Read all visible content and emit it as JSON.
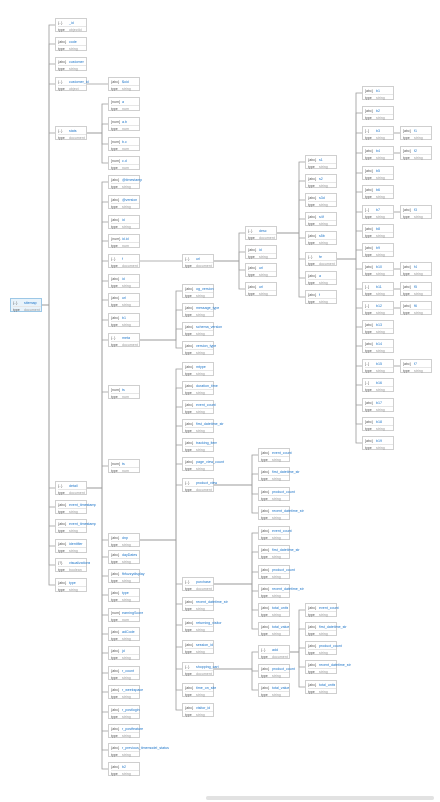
{
  "diagram": {
    "kind": "json-schema-tree",
    "colors": {
      "edge": "#9a9a9a",
      "name": "#1a73c8",
      "root_fill": "#e8f3fb"
    },
    "nodes": [
      {
        "id": "root",
        "k": "{..}",
        "n": "sitemap",
        "t": "document"
      },
      {
        "id": "a1",
        "k": "{..}",
        "n": "_id",
        "t": "objectId"
      },
      {
        "id": "a2",
        "k": "{abc}",
        "n": "code",
        "t": "string"
      },
      {
        "id": "a3",
        "k": "{abc}",
        "n": "customer",
        "t": "string"
      },
      {
        "id": "a4",
        "k": "{..}",
        "n": "customer_id",
        "t": "object"
      },
      {
        "id": "a4c",
        "k": "{abc}",
        "n": "$oid",
        "t": "string"
      },
      {
        "id": "a5",
        "k": "{..}",
        "n": "stats",
        "t": "document"
      },
      {
        "id": "a5a",
        "k": "[num]",
        "n": "a",
        "t": "num"
      },
      {
        "id": "a5b",
        "k": "[num]",
        "n": "a.b",
        "t": "num"
      },
      {
        "id": "a5c",
        "k": "[num]",
        "n": "b.c",
        "t": "num"
      },
      {
        "id": "a5d",
        "k": "[num]",
        "n": "c.d",
        "t": "num"
      },
      {
        "id": "s1",
        "k": "{abc}",
        "n": "@timestamp",
        "t": "string"
      },
      {
        "id": "s2",
        "k": "{abc}",
        "n": "@version",
        "t": "string"
      },
      {
        "id": "s3",
        "k": "{abc}",
        "n": "id",
        "t": "string"
      },
      {
        "id": "s4",
        "k": "{num}",
        "n": "id.id",
        "t": "num"
      },
      {
        "id": "s5",
        "k": "{..}",
        "n": "f",
        "t": "document"
      },
      {
        "id": "s5a",
        "k": "{..}",
        "n": "url",
        "t": "document"
      },
      {
        "id": "s5b",
        "k": "{..}",
        "n": "desc",
        "t": "document"
      },
      {
        "id": "s5b1",
        "k": "{abc}",
        "n": "id",
        "t": "string"
      },
      {
        "id": "s5b2",
        "k": "{abc}",
        "n": "url",
        "t": "string"
      },
      {
        "id": "s5b3",
        "k": "{abc}",
        "n": "url",
        "t": "string"
      },
      {
        "id": "s5c",
        "k": "{abc}",
        "n": "id",
        "t": "string"
      },
      {
        "id": "s5d",
        "k": "{abc}",
        "n": "url",
        "t": "string"
      },
      {
        "id": "d1",
        "k": "{abc}",
        "n": "s1",
        "t": "string"
      },
      {
        "id": "d2",
        "k": "{abc}",
        "n": "s2",
        "t": "string"
      },
      {
        "id": "d3",
        "k": "{abc}",
        "n": "s3d",
        "t": "string"
      },
      {
        "id": "d4",
        "k": "{abc}",
        "n": "s4f",
        "t": "string"
      },
      {
        "id": "d5",
        "k": "{abc}",
        "n": "s5b",
        "t": "string"
      },
      {
        "id": "d6",
        "k": "{..}",
        "n": "fe",
        "t": "document"
      },
      {
        "id": "d7",
        "k": "{abc}",
        "n": "a",
        "t": "string"
      },
      {
        "id": "d8",
        "k": "{abc}",
        "n": "f",
        "t": "string"
      },
      {
        "id": "e1",
        "k": "[abc]",
        "n": "b1",
        "t": "string"
      },
      {
        "id": "e2",
        "k": "[abc]",
        "n": "b2",
        "t": "string"
      },
      {
        "id": "e3",
        "k": "[..]",
        "n": "b3",
        "t": "string"
      },
      {
        "id": "e4",
        "k": "[abc]",
        "n": "b4",
        "t": "string"
      },
      {
        "id": "e5",
        "k": "[abc]",
        "n": "b5",
        "t": "string"
      },
      {
        "id": "e6",
        "k": "[abc]",
        "n": "b6",
        "t": "string"
      },
      {
        "id": "e7",
        "k": "[..]",
        "n": "b7",
        "t": "string"
      },
      {
        "id": "e8",
        "k": "[abc]",
        "n": "b8",
        "t": "string"
      },
      {
        "id": "e9",
        "k": "[abc]",
        "n": "b9",
        "t": "string"
      },
      {
        "id": "e10",
        "k": "[abc]",
        "n": "b10",
        "t": "string"
      },
      {
        "id": "e11",
        "k": "[..]",
        "n": "b11",
        "t": "string"
      },
      {
        "id": "e12",
        "k": "[..]",
        "n": "b12",
        "t": "string"
      },
      {
        "id": "e13",
        "k": "[abc]",
        "n": "b13",
        "t": "string"
      },
      {
        "id": "e14",
        "k": "[abc]",
        "n": "b14",
        "t": "string"
      },
      {
        "id": "e15",
        "k": "[..]",
        "n": "b15",
        "t": "string"
      },
      {
        "id": "e16",
        "k": "[..]",
        "n": "b16",
        "t": "string"
      },
      {
        "id": "e17",
        "k": "[abc]",
        "n": "b17",
        "t": "string"
      },
      {
        "id": "e18",
        "k": "[abc]",
        "n": "b18",
        "t": "string"
      },
      {
        "id": "e19",
        "k": "[abc]",
        "n": "b19",
        "t": "string"
      },
      {
        "id": "f1",
        "k": "[abc]",
        "n": "f1",
        "t": "string"
      },
      {
        "id": "f2",
        "k": "[abc]",
        "n": "f2",
        "t": "string"
      },
      {
        "id": "f3",
        "k": "[abc]",
        "n": "f3",
        "t": "string"
      },
      {
        "id": "f4",
        "k": "[abc]",
        "n": "f4",
        "t": "string"
      },
      {
        "id": "f5",
        "k": "[abc]",
        "n": "f5",
        "t": "string"
      },
      {
        "id": "f6",
        "k": "[abc]",
        "n": "f6",
        "t": "string"
      },
      {
        "id": "f7",
        "k": "[abc]",
        "n": "f7",
        "t": "string"
      },
      {
        "id": "g1",
        "k": "{abc}",
        "n": "b1",
        "t": "string"
      },
      {
        "id": "g2",
        "k": "{abc}",
        "n": "b2",
        "t": "string"
      },
      {
        "id": "g3",
        "k": "{..}",
        "n": "meta",
        "t": "document"
      },
      {
        "id": "g3a",
        "k": "{abc}",
        "n": "og_version",
        "t": "string"
      },
      {
        "id": "g3b",
        "k": "{abc}",
        "n": "message_type",
        "t": "string"
      },
      {
        "id": "g3c",
        "k": "{abc}",
        "n": "schema_version",
        "t": "string"
      },
      {
        "id": "g3d",
        "k": "{abc}",
        "n": "version_type",
        "t": "string"
      },
      {
        "id": "g4",
        "k": "[num]",
        "n": "ts",
        "t": "num"
      },
      {
        "id": "g5",
        "k": "[num]",
        "n": "ts",
        "t": "num"
      },
      {
        "id": "h1",
        "k": "{..}",
        "n": "detail",
        "t": "document"
      },
      {
        "id": "h2",
        "k": "{abc}",
        "n": "event_timestamp",
        "t": "string"
      },
      {
        "id": "h3",
        "k": "{abc}",
        "n": "event_timestamp",
        "t": "string"
      },
      {
        "id": "h4",
        "k": "{abc}",
        "n": "identifier",
        "t": "string"
      },
      {
        "id": "h5",
        "k": "{?}",
        "n": "visualizations",
        "t": "boolean"
      },
      {
        "id": "h6",
        "k": "{abc}",
        "n": "type",
        "t": "string"
      },
      {
        "id": "m1",
        "k": "{abc}",
        "n": "mtype",
        "t": "string"
      },
      {
        "id": "m2",
        "k": "{abc}",
        "n": "duration_time",
        "t": "string"
      },
      {
        "id": "m3",
        "k": "{abc}",
        "n": "event_count",
        "t": "string"
      },
      {
        "id": "m4",
        "k": "{abc}",
        "n": "first_datetime_str",
        "t": "string"
      },
      {
        "id": "m5",
        "k": "{abc}",
        "n": "tracking_item",
        "t": "string"
      },
      {
        "id": "m6",
        "k": "{abc}",
        "n": "page_view_count",
        "t": "string"
      },
      {
        "id": "m7",
        "k": "{..}",
        "n": "product_view",
        "t": "document"
      },
      {
        "id": "m7a",
        "k": "{abc}",
        "n": "event_count",
        "t": "string"
      },
      {
        "id": "m7b",
        "k": "{abc}",
        "n": "first_datetime_str",
        "t": "string"
      },
      {
        "id": "m7c",
        "k": "{abc}",
        "n": "product_count",
        "t": "string"
      },
      {
        "id": "m7d",
        "k": "{abc}",
        "n": "recent_datetime_str",
        "t": "string"
      },
      {
        "id": "m8",
        "k": "{..}",
        "n": "purchase",
        "t": "document"
      },
      {
        "id": "m8a",
        "k": "{abc}",
        "n": "event_count",
        "t": "string"
      },
      {
        "id": "m8b",
        "k": "{abc}",
        "n": "first_datetime_str",
        "t": "string"
      },
      {
        "id": "m8c",
        "k": "{abc}",
        "n": "product_count",
        "t": "string"
      },
      {
        "id": "m8d",
        "k": "{abc}",
        "n": "recent_datetime_str",
        "t": "string"
      },
      {
        "id": "m8e",
        "k": "{abc}",
        "n": "total_units",
        "t": "string"
      },
      {
        "id": "m8f",
        "k": "{abc}",
        "n": "total_value",
        "t": "string"
      },
      {
        "id": "m9",
        "k": "{abc}",
        "n": "recent_datetime_str",
        "t": "string"
      },
      {
        "id": "m10",
        "k": "{abc}",
        "n": "returning_visitor",
        "t": "string"
      },
      {
        "id": "m11",
        "k": "{abc}",
        "n": "session_id",
        "t": "string"
      },
      {
        "id": "m12",
        "k": "{..}",
        "n": "shopping_cart",
        "t": "document"
      },
      {
        "id": "m12a",
        "k": "{..}",
        "n": "add",
        "t": "document"
      },
      {
        "id": "m12a1",
        "k": "{abc}",
        "n": "event_count",
        "t": "string"
      },
      {
        "id": "m12a2",
        "k": "{abc}",
        "n": "first_datetime_str",
        "t": "string"
      },
      {
        "id": "m12a3",
        "k": "{abc}",
        "n": "product_count",
        "t": "string"
      },
      {
        "id": "m12a4",
        "k": "{abc}",
        "n": "recent_datetime_str",
        "t": "string"
      },
      {
        "id": "m12a5",
        "k": "{abc}",
        "n": "total_units",
        "t": "string"
      },
      {
        "id": "m12b",
        "k": "{abc}",
        "n": "product_count",
        "t": "string"
      },
      {
        "id": "m12c",
        "k": "{abc}",
        "n": "total_value",
        "t": "string"
      },
      {
        "id": "m13",
        "k": "{abc}",
        "n": "time_on_site",
        "t": "string"
      },
      {
        "id": "m14",
        "k": "{abc}",
        "n": "visitor_id",
        "t": "string"
      },
      {
        "id": "n1",
        "k": "{abc}",
        "n": "dnp",
        "t": "string"
      },
      {
        "id": "n2",
        "k": "{abc}",
        "n": "dayDates",
        "t": "string"
      },
      {
        "id": "n3",
        "k": "{abc}",
        "n": "fbfuzzydisplay",
        "t": "string"
      },
      {
        "id": "n4",
        "k": "{abc}",
        "n": "type",
        "t": "string"
      },
      {
        "id": "n5",
        "k": "[num]",
        "n": "earningScore",
        "t": "num"
      },
      {
        "id": "n6",
        "k": "{abc}",
        "n": "adCode",
        "t": "string"
      },
      {
        "id": "n7",
        "k": "{abc}",
        "n": "jd",
        "t": "string"
      },
      {
        "id": "n8",
        "k": "{abc}",
        "n": "r_count",
        "t": "string"
      },
      {
        "id": "n9",
        "k": "{abc}",
        "n": "r_weekspace",
        "t": "string"
      },
      {
        "id": "n10",
        "k": "{abc}",
        "n": "r_postlogin",
        "t": "string"
      },
      {
        "id": "n11",
        "k": "{abc}",
        "n": "r_postfeature",
        "t": "string"
      },
      {
        "id": "n12",
        "k": "{abc}",
        "n": "r_previous_timemodel_status",
        "t": "string"
      },
      {
        "id": "n13",
        "k": "{abc}",
        "n": "r_us_outbrand_impo",
        "t": "string"
      }
    ]
  }
}
